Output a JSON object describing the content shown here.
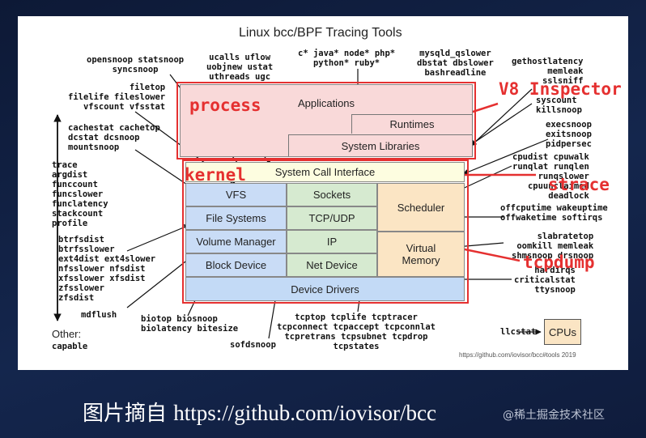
{
  "diagram": {
    "title": "Linux bcc/BPF Tracing Tools",
    "credit": "https://github.com/iovisor/bcc#tools 2019",
    "layers": {
      "applications": "Applications",
      "runtimes": "Runtimes",
      "system_libraries": "System Libraries",
      "syscall_interface": "System Call Interface",
      "vfs": "VFS",
      "file_systems": "File Systems",
      "volume_manager": "Volume Manager",
      "block_device": "Block Device",
      "sockets": "Sockets",
      "tcp_udp": "TCP/UDP",
      "ip": "IP",
      "net_device": "Net Device",
      "scheduler": "Scheduler",
      "virtual_memory": "Virtual\nMemory",
      "device_drivers": "Device Drivers",
      "cpus": "CPUs"
    },
    "tool_groups": {
      "opensnoop": "opensnoop statsnoop\nsyncsnoop",
      "ucalls": "ucalls uflow\nuobjnew ustat\nuthreads ugc",
      "langs": "c* java* node* php*\npython* ruby*",
      "mysqld": "mysqld_qslower\ndbstat dbslower\nbashreadline",
      "gethost": "gethostlatency\nmemleak\nsslsniff",
      "filetop": "filetop\nfilelife fileslower\nvfscount vfsstat",
      "cachestat": "cachestat cachetop\ndcstat dcsnoop\nmountsnoop",
      "trace": "trace\nargdist\nfunccount\nfuncslower\nfunclatency\nstackcount\nprofile",
      "syscount": "syscount\nkillsnoop",
      "execsnoop": "execsnoop\nexitsnoop\npidpersec",
      "cpudist": "cpudist cpuwalk\nrunqlat runqlen\nrunqslower\ncpuunclaimed\ndeadlock",
      "offcpu": "offcputime wakeuptime\noffwaketime softirqs",
      "btrfs": "btrfsdist\nbtrfsslower\next4dist ext4slower\nnfsslower nfsdist\nxfsslower xfsdist\nzfsslower\nzfsdist",
      "slab": "slabratetop\noomkill memleak\nshmsnoop drsnoop",
      "hardirqs": "hardirqs\ncriticalstat\nttysnoop",
      "mdflush": "mdflush",
      "biotop": "biotop biosnoop\nbiolatency bitesize",
      "sofdsnoop": "sofdsnoop",
      "tcptop": "tcptop tcplife tcptracer\ntcpconnect tcpaccept tcpconnlat\ntcpretrans tcpsubnet tcpdrop\ntcpstates",
      "other": "Other:",
      "capable": "capable",
      "llcstat": "llcstat"
    },
    "annotations": {
      "process": "process",
      "kernel": "kernel",
      "v8": "V8 Inspector",
      "strace": "strace",
      "tcpdump": "tcpdump"
    },
    "colors": {
      "annotation_red": "#e53030",
      "app_pink": "#f9d9d9",
      "syscall_yellow": "#fdfde0",
      "vfs_blue": "#c9dcf6",
      "net_green": "#d6ead0",
      "sched_tan": "#fbe5c4",
      "drivers_blue": "#c3daf6",
      "cpu_tan": "#fbe5c4"
    }
  },
  "caption": {
    "prefix": "图片摘自",
    "url": "https://github.com/iovisor/bcc"
  },
  "watermark": "@稀土掘金技术社区"
}
